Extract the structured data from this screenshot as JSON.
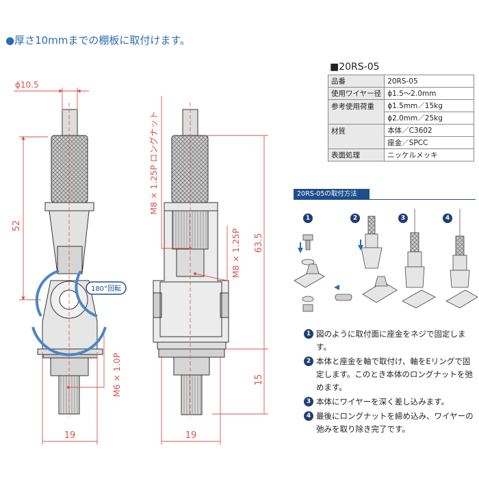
{
  "headline": "●厚さ10mmまでの棚板に取付けます。",
  "drawing": {
    "dim_phi": "ϕ10.5",
    "dim_52": "52",
    "dim_63_5": "63.5",
    "dim_15": "15",
    "dim_19_left": "19",
    "dim_19_right": "19",
    "label_m8_nut": "M8 × 1.25P ロングナット",
    "label_m8": "M8 × 1.25P",
    "label_m6": "M6 × 1.0P",
    "rotate_label": "180°回転"
  },
  "spec": {
    "title": "■20RS-05",
    "rows": [
      {
        "label": "品番",
        "value": "20RS-05"
      },
      {
        "label": "使用ワイヤー径",
        "value": "ϕ1.5～2.0mm"
      },
      {
        "label": "参考使用荷重",
        "value": "ϕ1.5mm／15kg"
      },
      {
        "label": "",
        "value": "ϕ2.0mm／25kg"
      },
      {
        "label": "材質",
        "value": "本体／C3602"
      },
      {
        "label": "",
        "value": "座金／SPCC"
      },
      {
        "label": "表面処理",
        "value": "ニッケルメッキ"
      }
    ]
  },
  "mounting": {
    "title": "20RS-05の取付方法",
    "figure_numbers": [
      "1",
      "2",
      "3",
      "4"
    ],
    "steps": [
      {
        "num": "1",
        "text": "図のように取付面に座金をネジで固定します。"
      },
      {
        "num": "2",
        "text": "本体と座金を軸で取付け、軸をEリングで固定します。このとき本体のロングナットを弛めます。"
      },
      {
        "num": "3",
        "text": "本体にワイヤーを深く差し込みます。"
      },
      {
        "num": "4",
        "text": "最後にロングナットを締め込み、ワイヤーの弛みを取り除き完了です。"
      }
    ]
  },
  "colors": {
    "dimension": "#d9534f",
    "accent": "#2a6cb0",
    "badge": "#1f3f73",
    "step_title_bg": "#1f4e8c"
  }
}
